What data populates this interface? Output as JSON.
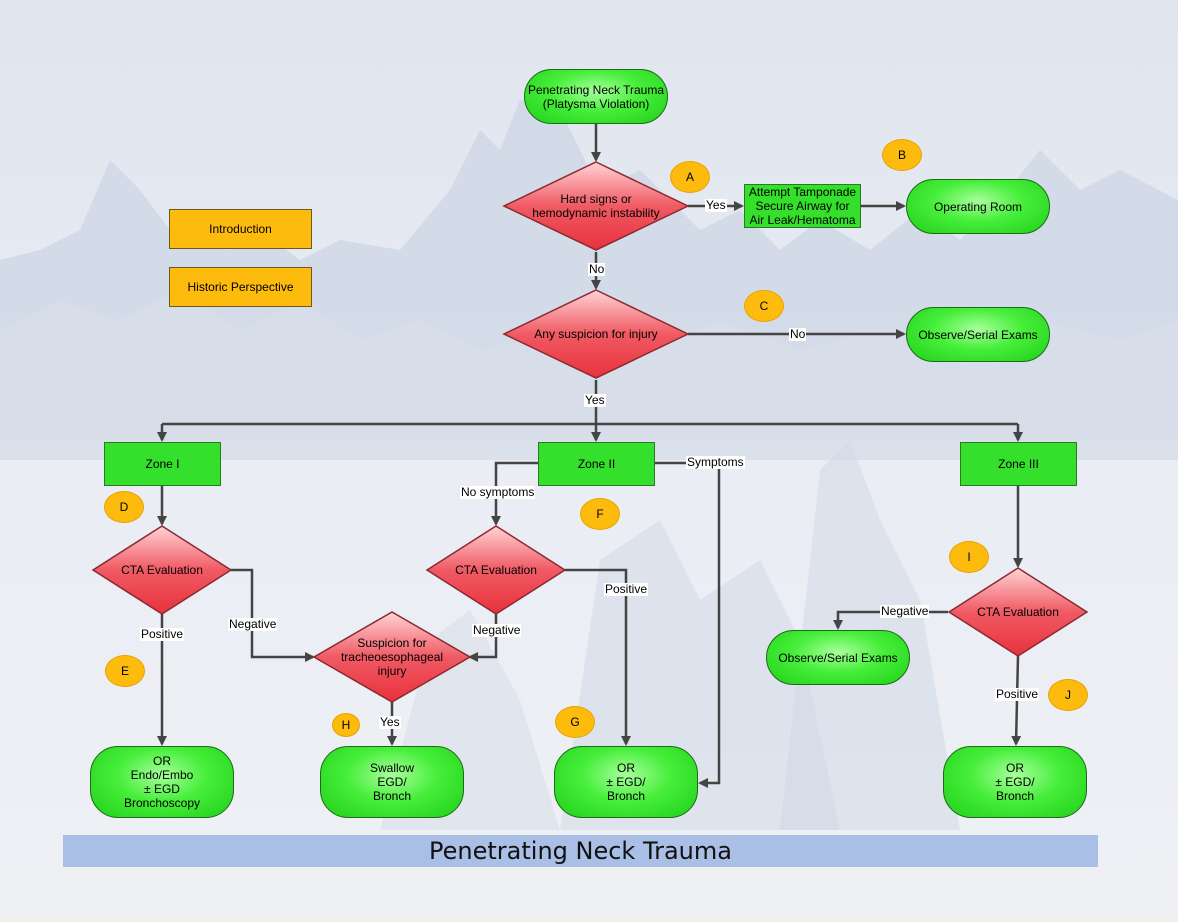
{
  "title": "Penetrating Neck Trauma",
  "nav": {
    "introduction": "Introduction",
    "historic": "Historic Perspective"
  },
  "nodes": {
    "start": [
      "Penetrating Neck Trauma",
      "(Platysma Violation)"
    ],
    "hard_signs": [
      "Hard signs or",
      "hemodynamic instability"
    ],
    "tamponade": [
      "Attempt Tamponade",
      "Secure Airway for",
      "Air Leak/Hematoma"
    ],
    "operating_room": "Operating Room",
    "suspicion": "Any suspicion for injury",
    "observe_top": "Observe/Serial Exams",
    "zone1": "Zone I",
    "zone2": "Zone II",
    "zone3": "Zone III",
    "cta1": "CTA Evaluation",
    "cta2": "CTA Evaluation",
    "cta3": "CTA Evaluation",
    "te_injury": [
      "Suspicion for",
      "tracheoesophageal",
      "injury"
    ],
    "observe_zone3": "Observe/Serial Exams",
    "out_zone1": [
      "OR",
      "Endo/Embo",
      "± EGD",
      "Bronchoscopy"
    ],
    "out_swallow": [
      "Swallow",
      "EGD/",
      "Bronch"
    ],
    "out_zone2": [
      "OR",
      "± EGD/",
      "Bronch"
    ],
    "out_zone3": [
      "OR",
      "± EGD/",
      "Bronch"
    ]
  },
  "edge_labels": {
    "yes_hard": "Yes",
    "no_hard": "No",
    "no_susp": "No",
    "yes_susp": "Yes",
    "no_symptoms": "No symptoms",
    "symptoms": "Symptoms",
    "pos_z1": "Positive",
    "neg_z1": "Negative",
    "neg_z2": "Negative",
    "pos_z2": "Positive",
    "yes_te": "Yes",
    "neg_z3": "Negative",
    "pos_z3": "Positive"
  },
  "markers": {
    "A": "A",
    "B": "B",
    "C": "C",
    "D": "D",
    "E": "E",
    "F": "F",
    "G": "G",
    "H": "H",
    "I": "I",
    "J": "J"
  },
  "colors": {
    "marker": "#fdbb0e",
    "pill_green": "#46ee3a",
    "diamond_red": "#f0545f",
    "footer_bar": "#a9bfe6"
  }
}
